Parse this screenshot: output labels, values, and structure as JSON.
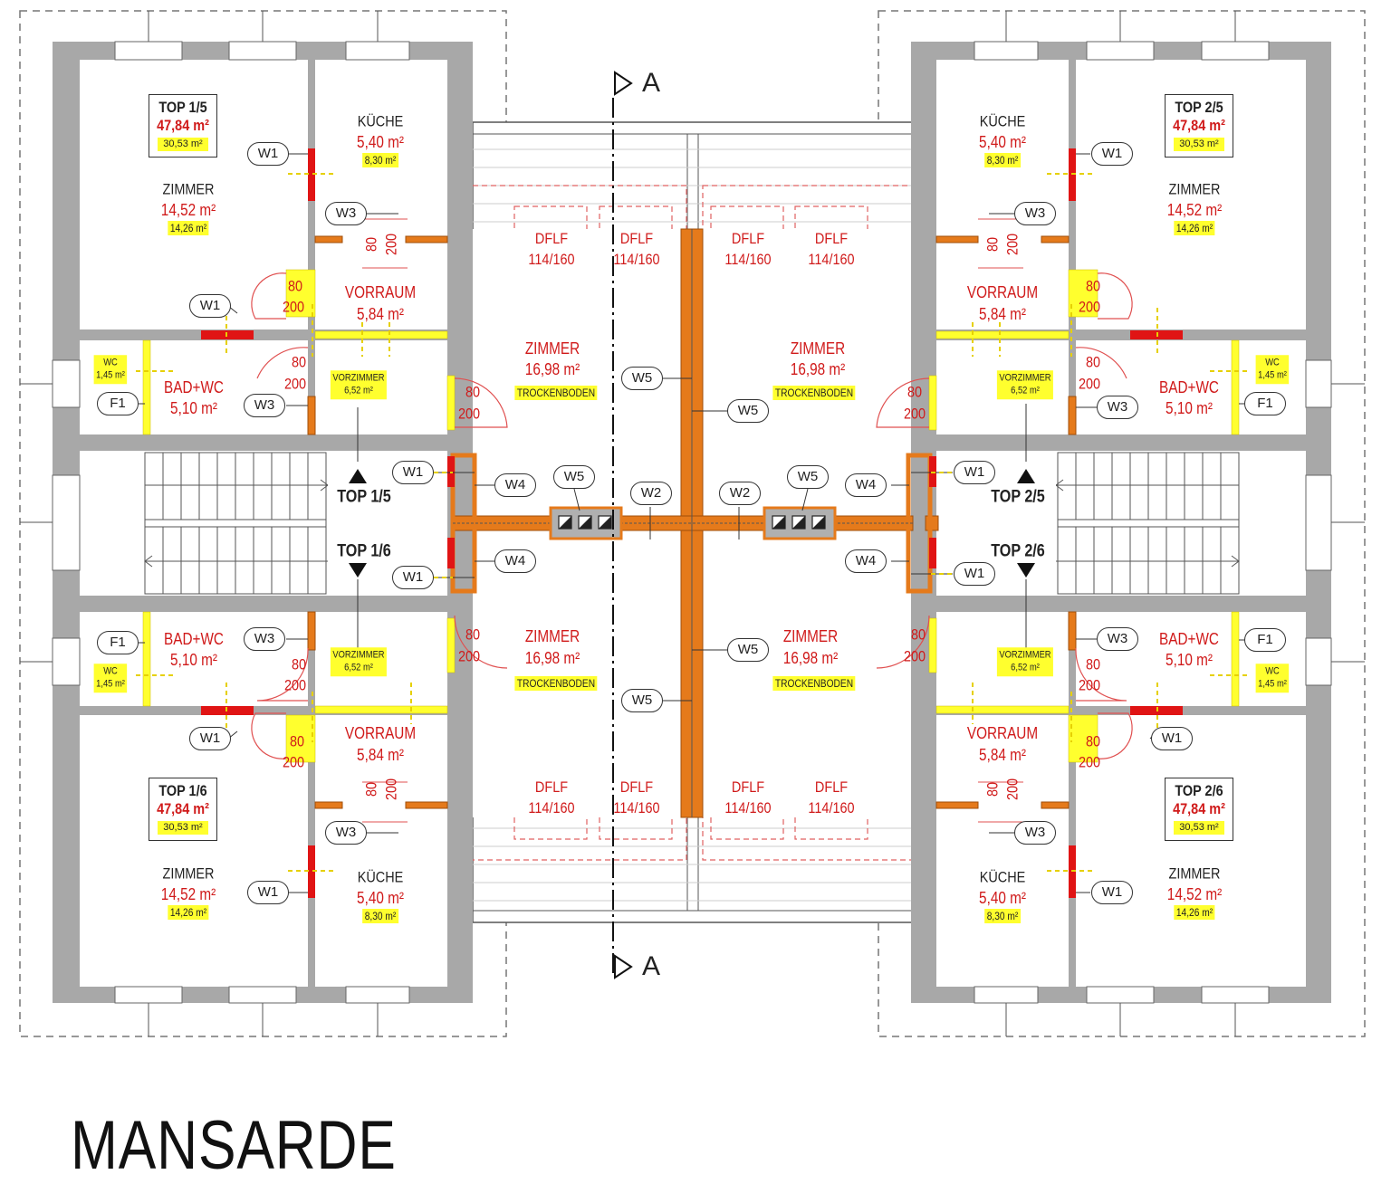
{
  "title": "MANSARDE",
  "section_marker": "A",
  "wall_tags": {
    "w1": "W1",
    "w2": "W2",
    "w3": "W3",
    "w4": "W4",
    "w5": "W5",
    "f1": "F1"
  },
  "dims": {
    "d80": "80",
    "d200": "200"
  },
  "dflf": {
    "label": "DFLF",
    "size": "114/160"
  },
  "mid_rooms": {
    "name": "ZIMMER",
    "area": "16,98 m²",
    "note": "TROCKENBODEN"
  },
  "stairs": {
    "tl": "TOP 1/5",
    "bl": "TOP 1/6",
    "tr": "TOP 2/5",
    "br": "TOP 2/6"
  },
  "units": [
    {
      "id": "TOP 1/5",
      "total": "47,84 m²",
      "sub": "30,53 m²",
      "zimmer": {
        "name": "ZIMMER",
        "area": "14,52 m²",
        "sub": "14,26 m²"
      },
      "kueche": {
        "name": "KÜCHE",
        "area": "5,40 m²",
        "sub": "8,30 m²"
      },
      "vorraum": {
        "name": "VORRAUM",
        "area": "5,84 m²"
      },
      "vorzimmer": {
        "name": "VORZIMMER",
        "area": "6,52 m²"
      },
      "bad": {
        "name": "BAD+WC",
        "area": "5,10 m²"
      },
      "wc": {
        "name": "WC",
        "area": "1,45 m²"
      }
    },
    {
      "id": "TOP 1/6",
      "total": "47,84 m²",
      "sub": "30,53 m²",
      "zimmer": {
        "name": "ZIMMER",
        "area": "14,52 m²",
        "sub": "14,26 m²"
      },
      "kueche": {
        "name": "KÜCHE",
        "area": "5,40 m²",
        "sub": "8,30 m²"
      },
      "vorraum": {
        "name": "VORRAUM",
        "area": "5,84 m²"
      },
      "vorzimmer": {
        "name": "VORZIMMER",
        "area": "6,52 m²"
      },
      "bad": {
        "name": "BAD+WC",
        "area": "5,10 m²"
      },
      "wc": {
        "name": "WC",
        "area": "1,45 m²"
      }
    },
    {
      "id": "TOP 2/5",
      "total": "47,84 m²",
      "sub": "30,53 m²",
      "zimmer": {
        "name": "ZIMMER",
        "area": "14,52 m²",
        "sub": "14,26 m²"
      },
      "kueche": {
        "name": "KÜCHE",
        "area": "5,40 m²",
        "sub": "8,30 m²"
      },
      "vorraum": {
        "name": "VORRAUM",
        "area": "5,84 m²"
      },
      "vorzimmer": {
        "name": "VORZIMMER",
        "area": "6,52 m²"
      },
      "bad": {
        "name": "BAD+WC",
        "area": "5,10 m²"
      },
      "wc": {
        "name": "WC",
        "area": "1,45 m²"
      }
    },
    {
      "id": "TOP 2/6",
      "total": "47,84 m²",
      "sub": "30,53 m²",
      "zimmer": {
        "name": "ZIMMER",
        "area": "14,52 m²",
        "sub": "14,26 m²"
      },
      "kueche": {
        "name": "KÜCHE",
        "area": "5,40 m²",
        "sub": "8,30 m²"
      },
      "vorraum": {
        "name": "VORRAUM",
        "area": "5,84 m²"
      },
      "vorzimmer": {
        "name": "VORZIMMER",
        "area": "6,52 m²"
      },
      "bad": {
        "name": "BAD+WC",
        "area": "5,10 m²"
      },
      "wc": {
        "name": "WC",
        "area": "1,45 m²"
      }
    }
  ],
  "colors": {
    "wall": "#a8a8a8",
    "area_red": "#d01a1a",
    "highlight": "#ffff2e",
    "orange": "#e57a1b",
    "red_wall": "#e01414"
  }
}
